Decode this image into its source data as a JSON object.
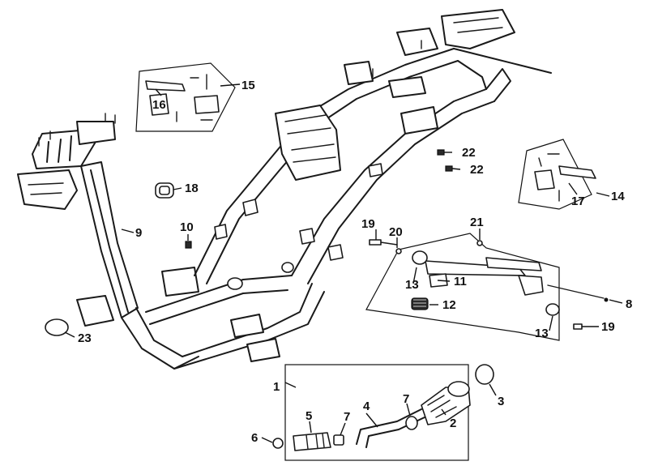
{
  "callouts": {
    "c1": "1",
    "c2": "2",
    "c3": "3",
    "c4": "4",
    "c5": "5",
    "c6": "6",
    "c7a": "7",
    "c7b": "7",
    "c8": "8",
    "c9": "9",
    "c10": "10",
    "c11": "11",
    "c12": "12",
    "c13a": "13",
    "c13b": "13",
    "c14": "14",
    "c15": "15",
    "c16": "16",
    "c17": "17",
    "c18": "18",
    "c19a": "19",
    "c19b": "19",
    "c20": "20",
    "c21": "21",
    "c22a": "22",
    "c22b": "22",
    "c23": "23"
  },
  "colors": {
    "line": "#1a1a1a",
    "background": "#ffffff"
  }
}
